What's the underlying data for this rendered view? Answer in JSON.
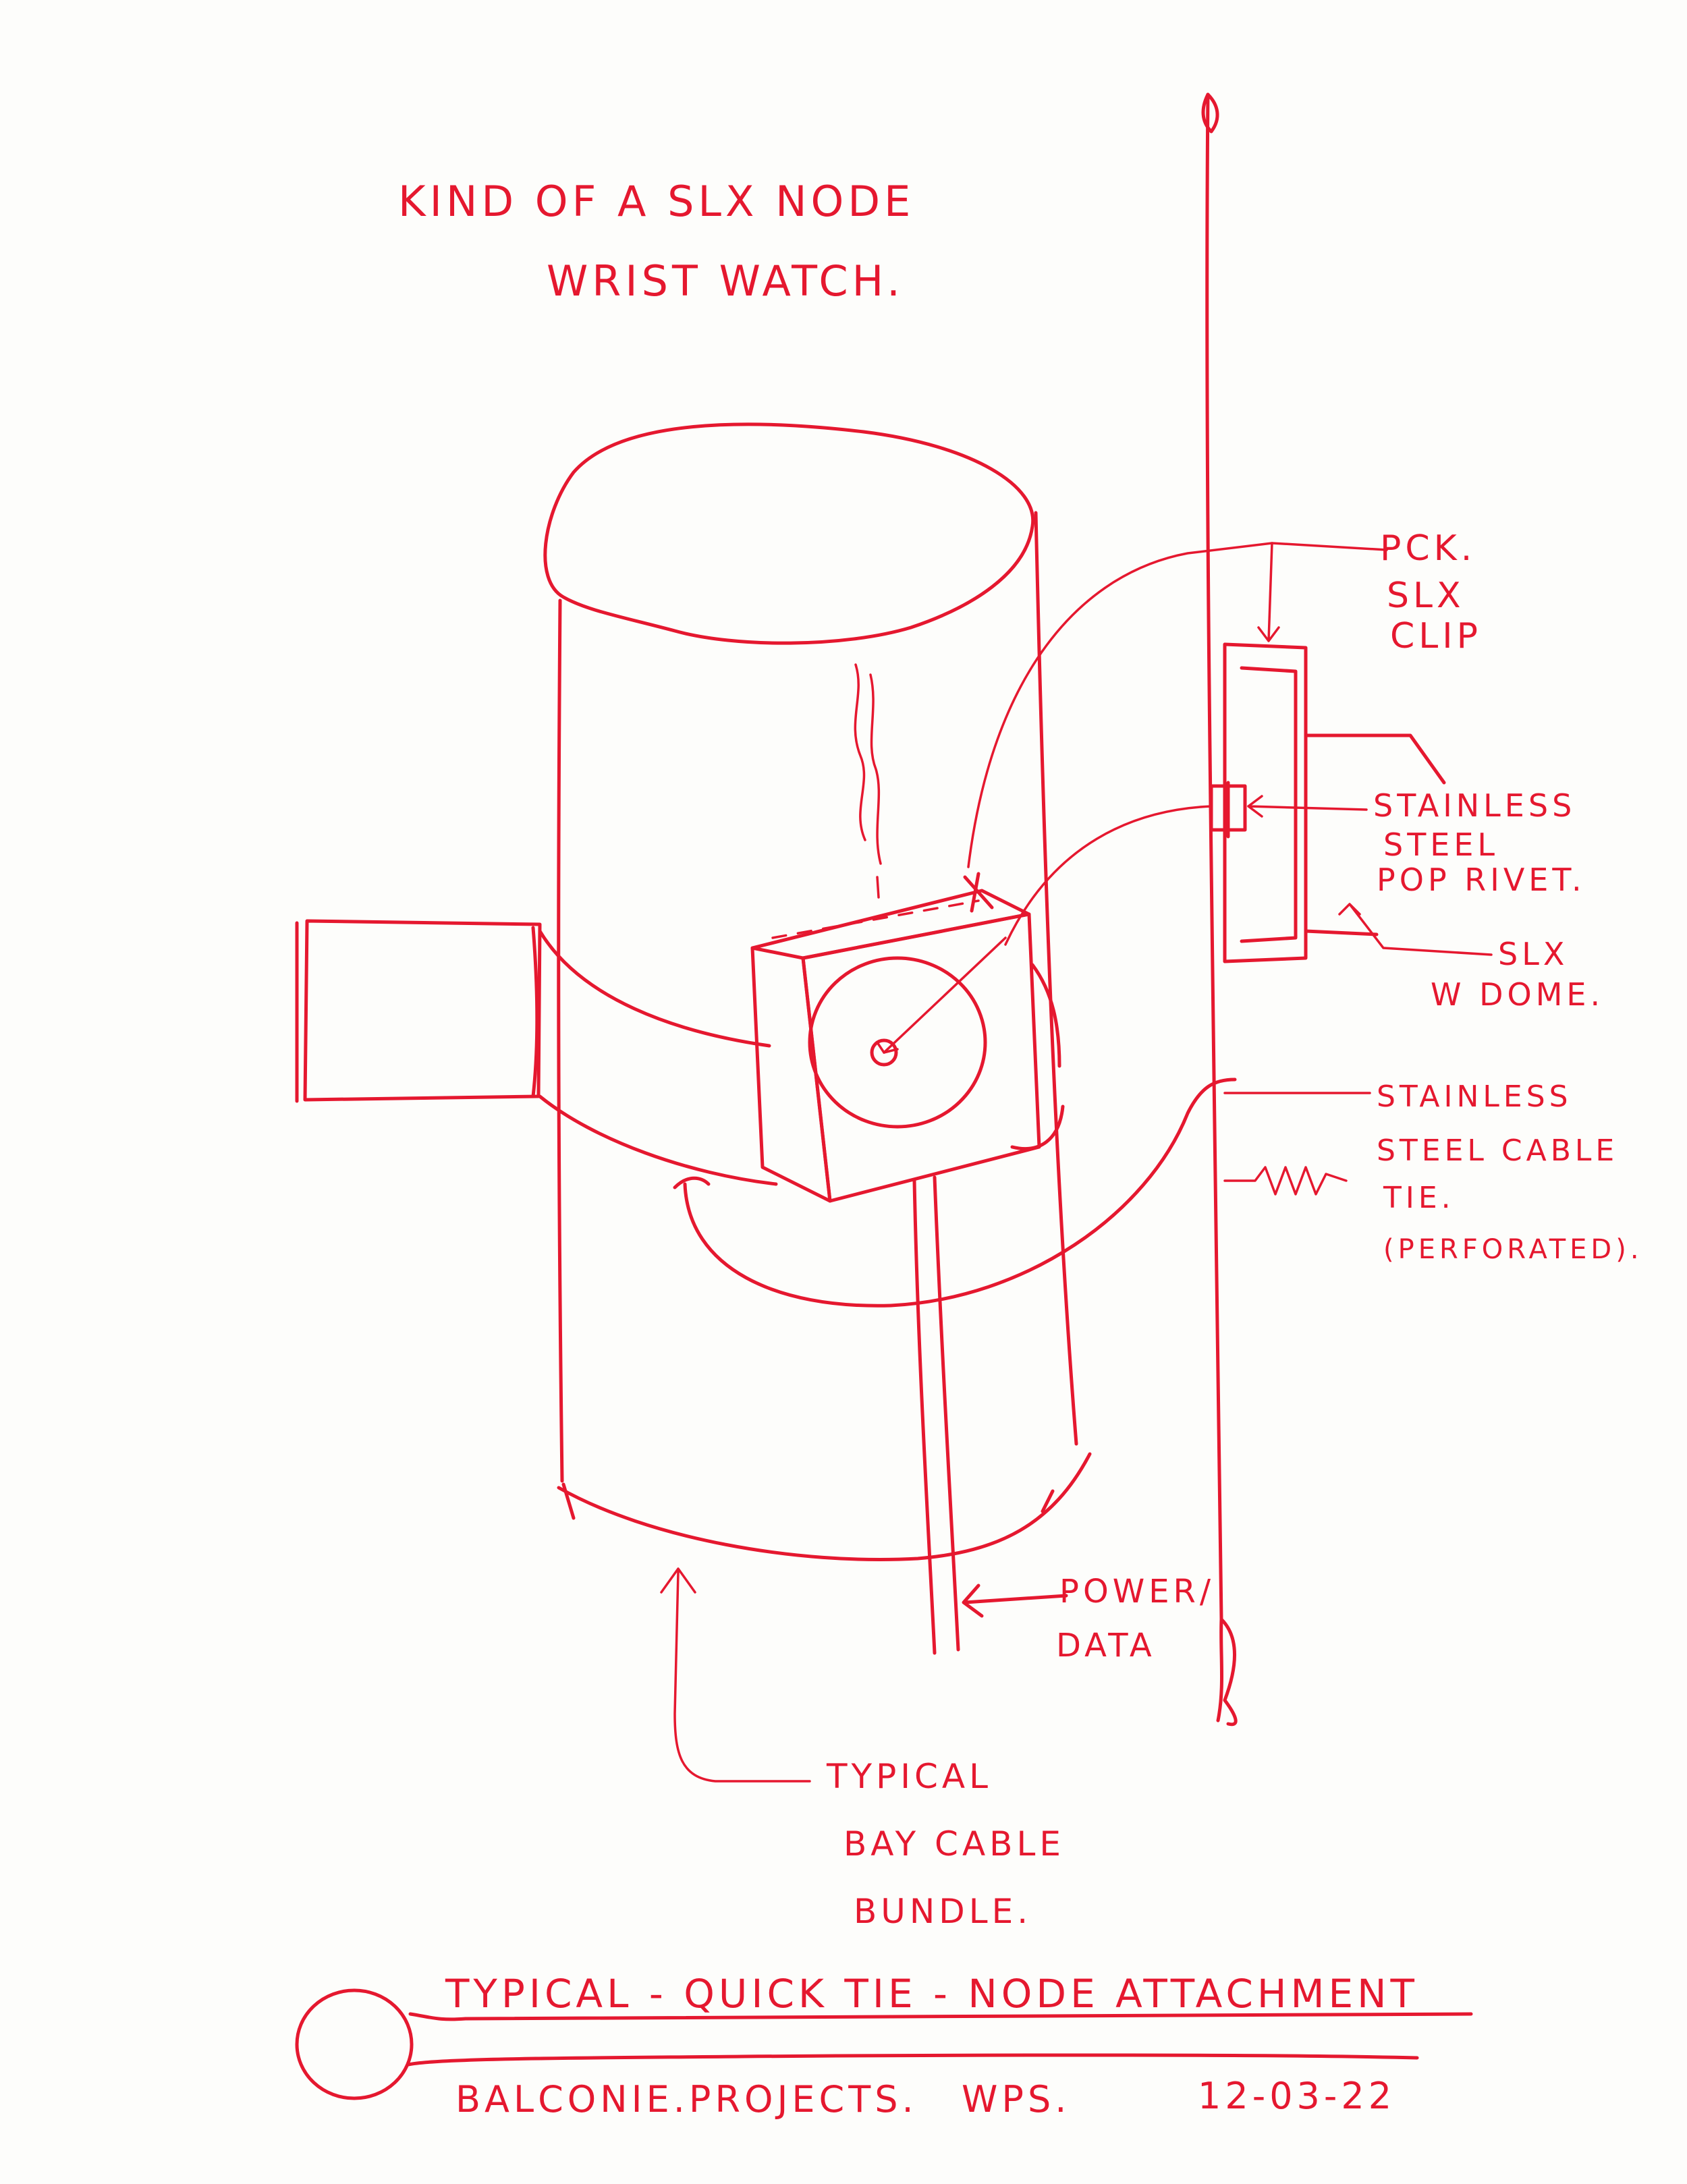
{
  "ink_color": "#e5182f",
  "paper_color": "#fdfdfb",
  "heading": {
    "line1": "KIND OF A SLX NODE",
    "line2": "WRIST WATCH."
  },
  "labels": {
    "pck_line1": "PCK.",
    "pck_line2": "SLX",
    "pck_line3": "CLIP",
    "rivet_line1": "STAINLESS",
    "rivet_line2": "STEEL",
    "rivet_line3": "POP RIVET.",
    "dome_line1": "SLX",
    "dome_line2": "W DOME.",
    "tie_line1": "STAINLESS",
    "tie_line2": "STEEL CABLE",
    "tie_line3": "TIE.",
    "tie_line4": "(PERFORATED).",
    "power_line1": "POWER/",
    "power_line2": "DATA",
    "bundle_line1": "TYPICAL",
    "bundle_line2": "BAY CABLE",
    "bundle_line3": "BUNDLE."
  },
  "title_block": {
    "title": "TYPICAL - QUICK TIE - NODE ATTACHMENT",
    "project": "BALCONIE.PROJECTS.",
    "author": "WPS.",
    "date": "12-03-22"
  }
}
